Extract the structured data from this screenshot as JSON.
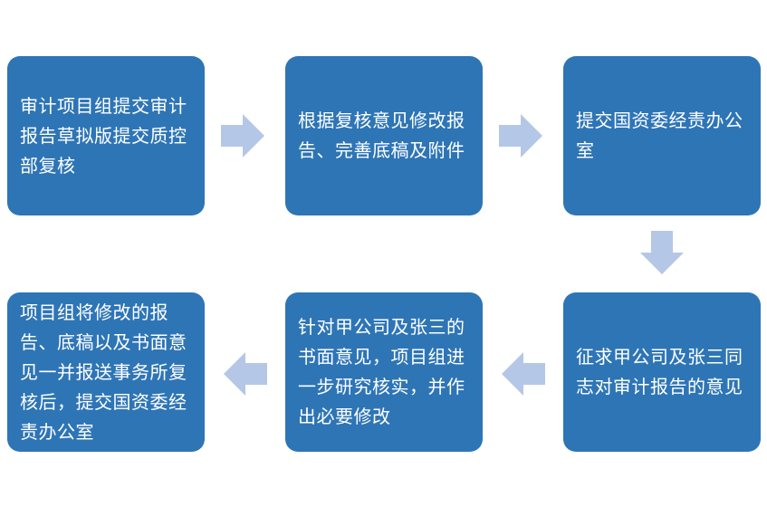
{
  "steps": [
    {
      "id": 1,
      "text": "审计项目组提交审计报告草拟版提交质控部复核"
    },
    {
      "id": 2,
      "text": "根据复核意见修改报告、完善底稿及附件"
    },
    {
      "id": 3,
      "text": "提交国资委经责办公室"
    },
    {
      "id": 4,
      "text": "征求甲公司及张三同志对审计报告的意见"
    },
    {
      "id": 5,
      "text": "针对甲公司及张三的书面意见，项目组进一步研究核实，并作出必要修改"
    },
    {
      "id": 6,
      "text": "项目组将修改的报告、底稿以及书面意见一并报送事务所复核后，提交国资委经责办公室"
    }
  ],
  "colors": {
    "box_fill": "#2e75b6",
    "box_text": "#ffffff",
    "arrow_fill": "#b4c7e7"
  },
  "connectors": [
    {
      "from": 1,
      "to": 2,
      "direction": "right"
    },
    {
      "from": 2,
      "to": 3,
      "direction": "right"
    },
    {
      "from": 3,
      "to": 4,
      "direction": "down"
    },
    {
      "from": 4,
      "to": 5,
      "direction": "left"
    },
    {
      "from": 5,
      "to": 6,
      "direction": "left"
    }
  ]
}
